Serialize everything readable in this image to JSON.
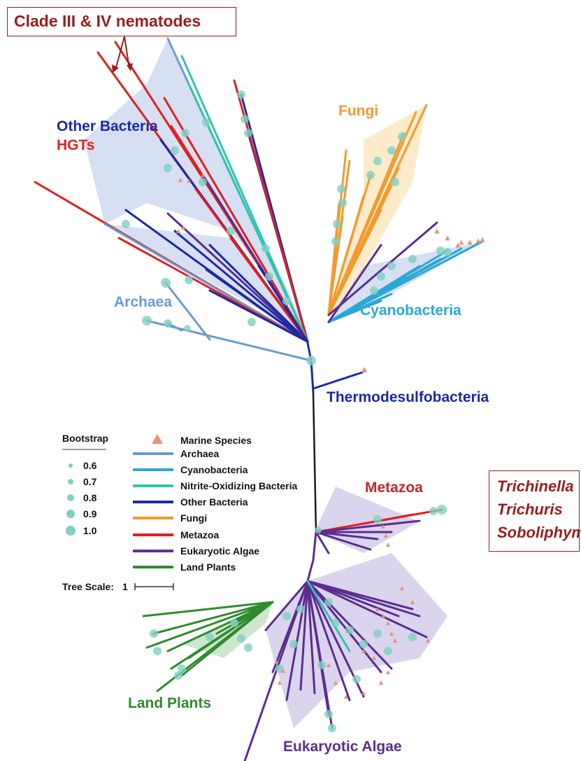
{
  "callout_top": {
    "text": "Clade III & IV nematodes",
    "color": "#9b1c1c"
  },
  "callout_right": {
    "lines": [
      "Trichinella",
      "Trichuris",
      "Soboliphyme"
    ],
    "color": "#9b1c1c"
  },
  "clade_labels": {
    "other_bacteria": {
      "text": "Other Bacteria",
      "color": "#1c2aa6"
    },
    "hgts": {
      "text": "HGTs",
      "color": "#e02020"
    },
    "fungi": {
      "text": "Fungi",
      "color": "#f29a2e"
    },
    "archaea": {
      "text": "Archaea",
      "color": "#6b9ad3"
    },
    "cyanobacteria": {
      "text": "Cyanobacteria",
      "color": "#2aa8d6"
    },
    "thermodesulfobacteria": {
      "text": "Thermodesulfobacteria",
      "color": "#1c2aa6"
    },
    "metazoa": {
      "text": "Metazoa",
      "color": "#c0272d"
    },
    "land_plants": {
      "text": "Land Plants",
      "color": "#2e8b2e"
    },
    "eukaryotic_algae": {
      "text": "Eukaryotic Algae",
      "color": "#5b2d91"
    }
  },
  "legend": {
    "bootstrap_title": "Bootstrap",
    "bootstrap_values": [
      "0.6",
      "0.7",
      "0.8",
      "0.9",
      "1.0"
    ],
    "marine_label": "Marine Species",
    "marine_color": "#e8907a",
    "categories": [
      {
        "label": "Archaea",
        "color": "#6b9ad3"
      },
      {
        "label": "Cyanobacteria",
        "color": "#2aa8d6"
      },
      {
        "label": "Nitrite-Oxidizing Bacteria",
        "color": "#30c4b0"
      },
      {
        "label": "Other Bacteria",
        "color": "#1c2aa6"
      },
      {
        "label": "Fungi",
        "color": "#f29a2e"
      },
      {
        "label": "Metazoa",
        "color": "#e02020"
      },
      {
        "label": "Eukaryotic Algae",
        "color": "#5b2d91"
      },
      {
        "label": "Land Plants",
        "color": "#2e8b2e"
      }
    ],
    "tree_scale_label": "Tree Scale:",
    "tree_scale_value": "1"
  },
  "colors": {
    "bootstrap_node": "#7fcfc2",
    "shade_blue": "#c9d6ee",
    "shade_orange": "#fde4b8",
    "shade_purple": "#cdc6e6",
    "shade_green": "#bfdcbf"
  }
}
